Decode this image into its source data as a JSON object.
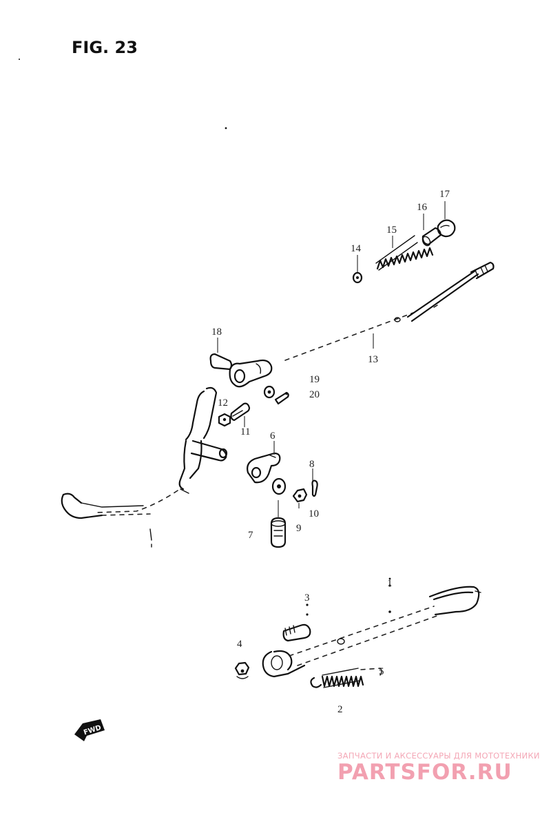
{
  "figure": {
    "title": "FIG. 23"
  },
  "callouts": [
    {
      "id": "c1",
      "label": "1"
    },
    {
      "id": "c2",
      "label": "2"
    },
    {
      "id": "c3",
      "label": "3"
    },
    {
      "id": "c4",
      "label": "4"
    },
    {
      "id": "c5",
      "label": "5"
    },
    {
      "id": "c6",
      "label": "6"
    },
    {
      "id": "c7",
      "label": "7"
    },
    {
      "id": "c8",
      "label": "8"
    },
    {
      "id": "c9",
      "label": "9"
    },
    {
      "id": "c10",
      "label": "10"
    },
    {
      "id": "c11",
      "label": "11"
    },
    {
      "id": "c12",
      "label": "12"
    },
    {
      "id": "c13",
      "label": "13"
    },
    {
      "id": "c14",
      "label": "14"
    },
    {
      "id": "c15",
      "label": "15"
    },
    {
      "id": "c16",
      "label": "16"
    },
    {
      "id": "c17",
      "label": "17"
    },
    {
      "id": "c18",
      "label": "18"
    },
    {
      "id": "c19",
      "label": "19"
    },
    {
      "id": "c20",
      "label": "20"
    }
  ],
  "direction_badge": {
    "label": "FWD",
    "icon": "forward-arrow-icon"
  },
  "watermark": {
    "tagline": "ЗАПЧАСТИ И АКСЕССУАРЫ ДЛЯ МОТОТЕХНИКИ",
    "brand": "PARTSFOR.RU",
    "color": "#f2a0b0"
  }
}
